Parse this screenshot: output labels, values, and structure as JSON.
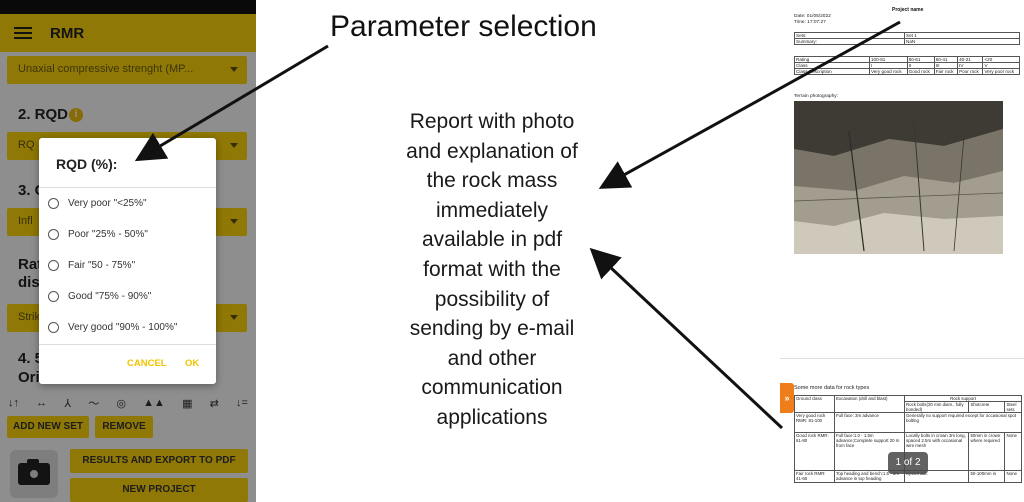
{
  "app": {
    "title": "RMR",
    "ucs_dropdown": "Unaxial compressive strenght (MP...",
    "section2": "2. RQD",
    "rqd_dropdown": "RQ",
    "section3": "3. C",
    "infl_dropdown": "Infl",
    "rat_label": "Rat",
    "disc_label": "disc",
    "strik_dropdown": "Strik",
    "section4_line1": "4. 5",
    "section4_line2": "Orie",
    "toolbar_icons": [
      "↓↑",
      "↔",
      "⅄",
      "〜",
      "◎",
      "▲▲",
      "▦",
      "⇄",
      "↓="
    ],
    "add_new_set": "ADD NEW SET",
    "remove": "REMOVE",
    "results_export": "RESULTS AND EXPORT TO PDF",
    "new_project": "NEW PROJECT"
  },
  "dialog": {
    "title": "RQD (%):",
    "options": [
      "Very poor \"<25%\"",
      "Poor \"25% - 50%\"",
      "Fair \"50 - 75%\"",
      "Good \"75% - 90%\"",
      "Very good \"90% - 100%\""
    ],
    "cancel": "CANCEL",
    "ok": "OK"
  },
  "annotation": {
    "headline": "Parameter selection",
    "description_lines": [
      "Report with photo",
      "and explanation of",
      "the rock mass",
      "immediately",
      "available in pdf",
      "format with the",
      "possibility of",
      "sending by e-mail",
      "and other",
      "communication",
      "applications"
    ]
  },
  "report_page1": {
    "title": "Project name",
    "date": "Date: 01/05/2022",
    "time": "Time: 17:07:27",
    "sets_row": [
      "Sets:",
      "Set 1"
    ],
    "summary_row": [
      "Summary:",
      "NaN"
    ],
    "rating_row": [
      "Rating",
      "100-81",
      "80-61",
      "60-41",
      "40-21",
      "<20"
    ],
    "class_row": [
      "Class",
      "I",
      "II",
      "III",
      "IV",
      "V"
    ],
    "desc_row": [
      "Class Description",
      "Very good rock",
      "Good rock",
      "Fair rock",
      "Poor rock",
      "Very poor rock"
    ],
    "photo_caption": "Terrain photography:"
  },
  "report_page2": {
    "heading": "Some more data for rock types",
    "side_tab": "»",
    "page_indicator": "1 of 2",
    "col_headers": [
      "Ground class",
      "Excavation (drill and blast)",
      "Rock support"
    ],
    "sub_headers": [
      "Rock bolts(20 mm diam., fully bonded)",
      "Shotcrete",
      "Steel sets"
    ],
    "rows": [
      [
        "Very good rock RMR: 81-100",
        "Full face: 3m advance",
        "Generally no support required except for occasional spot bolting"
      ],
      [
        "Good rock RMR: 61-80",
        "Full face:1.0 - 1.5m advance;Complete support 20 m from face",
        "Locally bolts in crown 3m long, spaced 2.5m with occasional wire mesh",
        "50mm in crown where required",
        "None"
      ],
      [
        "Fair rock RMR: 41-60",
        "Top heading and bench:1.5 - 3m advance in top heading",
        "Systematic",
        "50-100mm in",
        "None"
      ]
    ]
  }
}
